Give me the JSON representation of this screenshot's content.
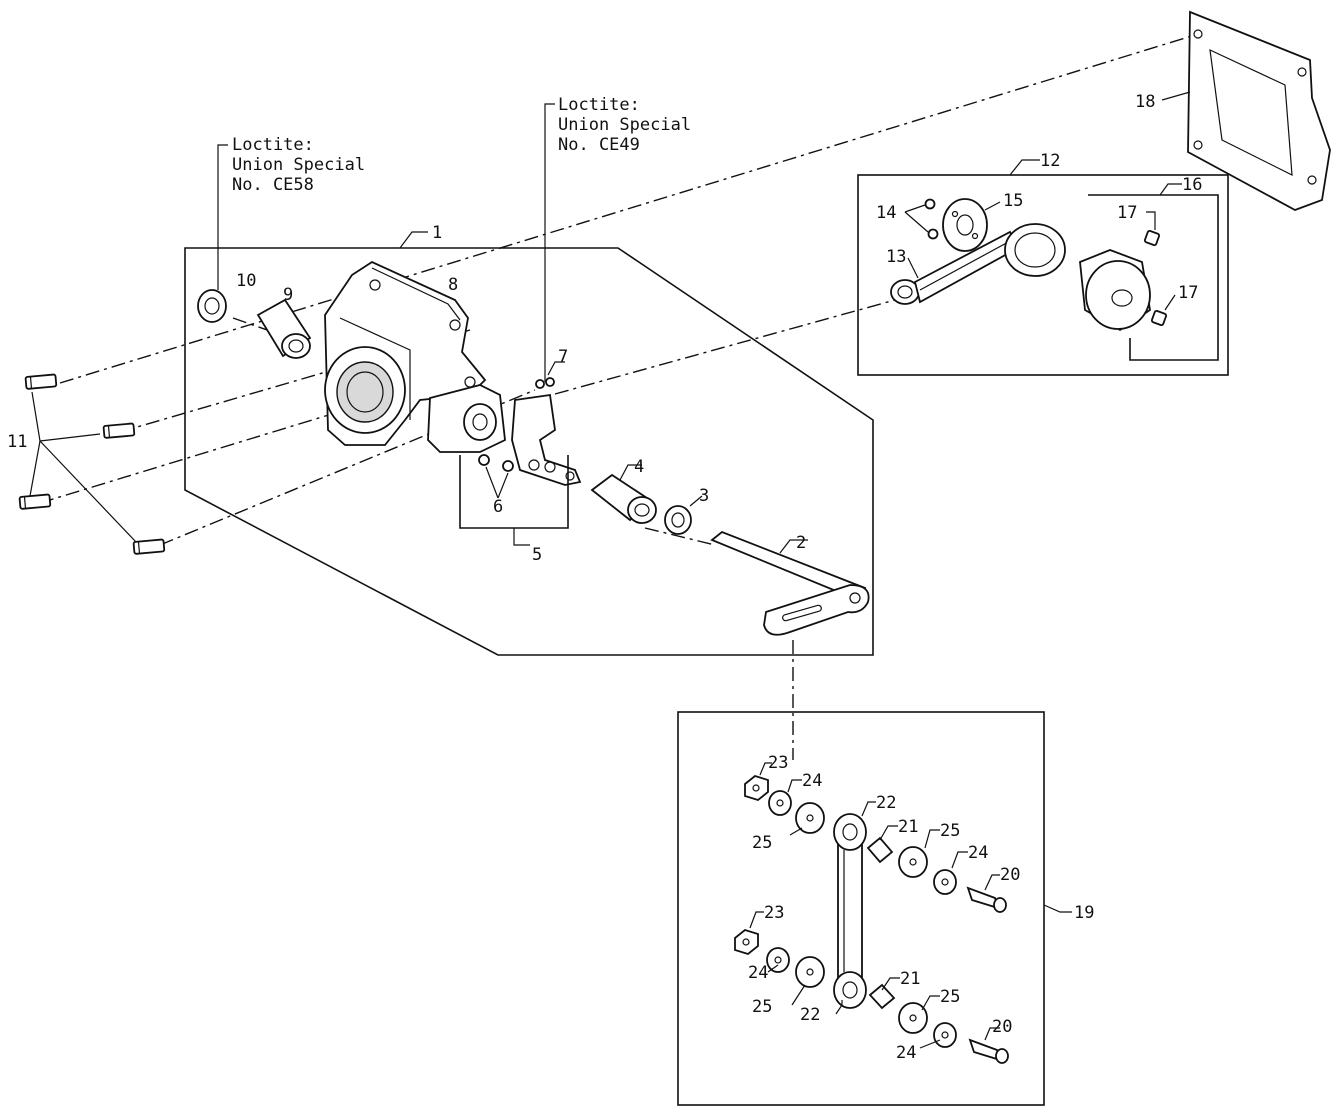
{
  "notes": [
    {
      "line1": "Loctite:",
      "line2": "Union Special",
      "line3": "No. CE58"
    },
    {
      "line1": "Loctite:",
      "line2": "Union Special",
      "line3": "No. CE49"
    }
  ],
  "labels": {
    "p1": "1",
    "p2": "2",
    "p3": "3",
    "p4": "4",
    "p5": "5",
    "p6": "6",
    "p7": "7",
    "p8": "8",
    "p9": "9",
    "p10": "10",
    "p11": "11",
    "p12": "12",
    "p13": "13",
    "p14": "14",
    "p15": "15",
    "p16": "16",
    "p17a": "17",
    "p17b": "17",
    "p18": "18",
    "p19": "19",
    "p20a": "20",
    "p20b": "20",
    "p21a": "21",
    "p21b": "21",
    "p22a": "22",
    "p22b": "22",
    "p23a": "23",
    "p23b": "23",
    "p24a": "24",
    "p24b": "24",
    "p24c": "24",
    "p24d": "24",
    "p25a": "25",
    "p25b": "25",
    "p25c": "25",
    "p25d": "25"
  }
}
